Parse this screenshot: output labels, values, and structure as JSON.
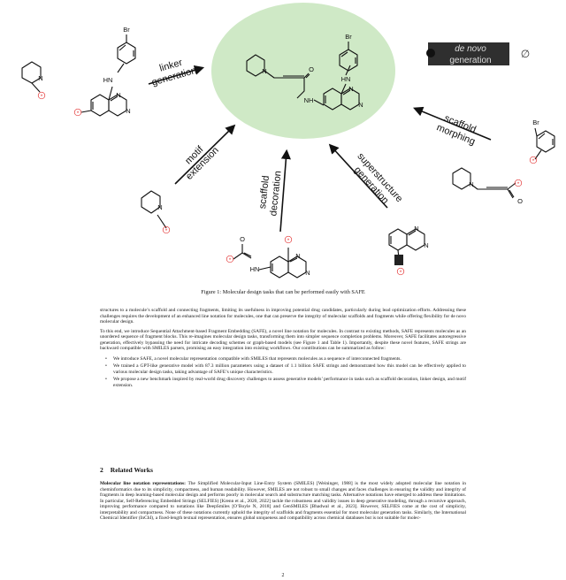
{
  "figure": {
    "arrows": {
      "linker": [
        "linker",
        "generation"
      ],
      "motif": [
        "motif",
        "extension"
      ],
      "scaffold_decoration": [
        "scaffold",
        "decoration"
      ],
      "superstructure": [
        "superstructure",
        "generation"
      ],
      "scaffold_morphing": [
        "scaffold",
        "morphing"
      ],
      "de_novo": [
        "de novo",
        "generation"
      ]
    },
    "atoms": {
      "br": "Br",
      "hn": "HN",
      "nh": "NH",
      "n": "N",
      "o": "O",
      "star": "*",
      "empty_set": "∅"
    },
    "colors": {
      "target_circle": "#cfe9c6",
      "attachment": "#e33333"
    }
  },
  "caption": "Figure 1: Molecular design tasks that can be performed easily with SAFE",
  "body": {
    "para1": "structures to a molecule’s scaffold and connecting fragments, limiting its usefulness in improving potential drug candidates, particularly during lead optimization efforts. Addressing these challenges requires the development of an enhanced line notation for molecules, one that can preserve the integrity of molecular scaffolds and fragments while offering flexibility for de novo molecular design.",
    "para2": "To this end, we introduce Sequential Attachment-based Fragment Embedding (SAFE), a novel line notation for molecules. In contrast to existing methods, SAFE represents molecules as an unordered sequence of fragment blocks. This re-imagines molecular design tasks, transforming them into simpler sequence completion problems. Moreover, SAFE facilitates autoregressive generation, effectively bypassing the need for intricate decoding schemes or graph-based models (see Figure 1 and Table 1). Importantly, despite these novel features, SAFE strings are backward compatible with SMILES parsers, promising an easy integration into existing workflows. Our contributions can be summarized as follow:",
    "bullet_glyph": "•",
    "bullets": [
      "We introduce SAFE, a novel molecular representation compatible with SMILES that represents molecules as a sequence of interconnected fragments.",
      "We trained a GPT-like generative model with 87.3 million parameters using a dataset of 1.1 billion SAFE strings and demonstrated how this model can be effectively applied to various molecular design tasks, taking advantage of SAFE’s unique characteristics.",
      "We propose a new benchmark inspired by real-world drug discovery challenges to assess generative models’ performance in tasks such as scaffold decoration, linker design, and motif extension."
    ]
  },
  "section": {
    "number": "2",
    "title": "Related Works"
  },
  "related": {
    "runin": "Molecular line notation representations:",
    "text": "The Simplified Molecular-Input Line-Entry System (SMILES) [Weininger, 1988] is the most widely adopted molecular line notation in cheminformatics due to its simplicity, compactness, and human readability. However, SMILES are not robust to small changes and faces challenges in ensuring the validity and integrity of fragments in deep learning-based molecular design and performs poorly in molecular search and substructure matching tasks. Alternative notations have emerged to address these limitations. In particular, Self-Referencing Embedded Strings (SELFIES) [Krenn et al., 2020, 2022] tackle the robustness and validity issues in deep generative modeling, through a recursive approach, improving performance compared to notations like DeepSmiles [O’Boyle N, 2018] and GenSMILES [Bhadwal et al., 2023]. However, SELFIES come at the cost of simplicity, interpretability and compactness. None of these notations currently uphold the integrity of scaffolds and fragments essential for most molecular generation tasks. Similarly, the International Chemical Identifier (InChI), a fixed-length textual representation, ensures global uniqueness and compatibility across chemical databases but is not suitable for molec-"
  },
  "page_number": "2"
}
